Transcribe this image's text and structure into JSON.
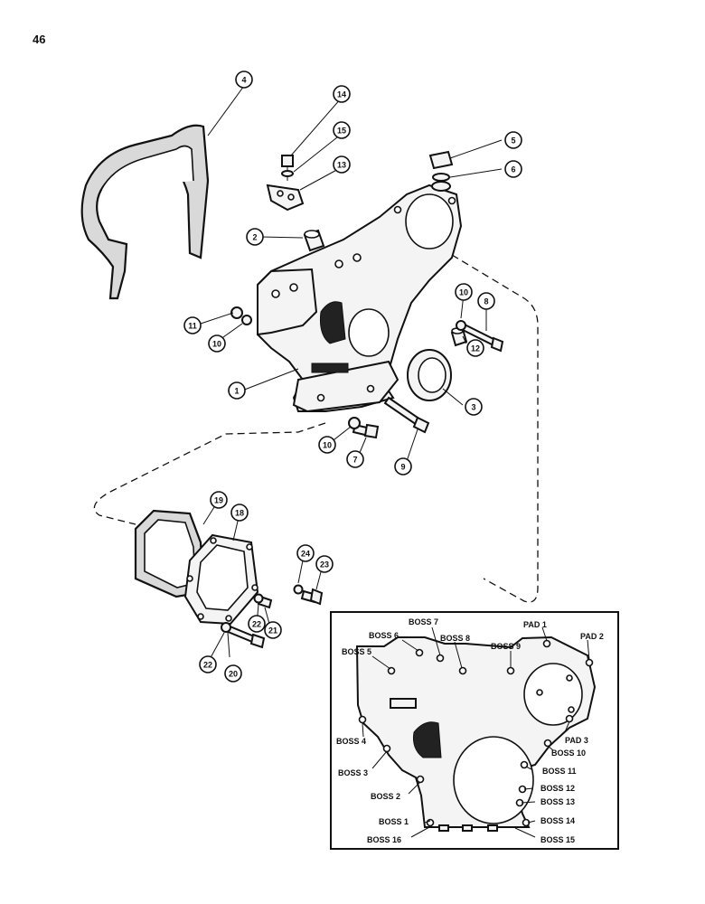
{
  "page": {
    "number": "46"
  },
  "callouts": [
    "1",
    "2",
    "3",
    "4",
    "5",
    "6",
    "7",
    "8",
    "9",
    "10",
    "10",
    "10",
    "11",
    "12",
    "13",
    "14",
    "15",
    "18",
    "19",
    "20",
    "21",
    "22",
    "22",
    "23",
    "24"
  ],
  "inset": {
    "labels": [
      "PAD 1",
      "PAD 2",
      "PAD 3",
      "BOSS 1",
      "BOSS 2",
      "BOSS 3",
      "BOSS 4",
      "BOSS 5",
      "BOSS 6",
      "BOSS 7",
      "BOSS 8",
      "BOSS 9",
      "BOSS 10",
      "BOSS 11",
      "BOSS 12",
      "BOSS 13",
      "BOSS 14",
      "BOSS 15",
      "BOSS 16"
    ]
  }
}
